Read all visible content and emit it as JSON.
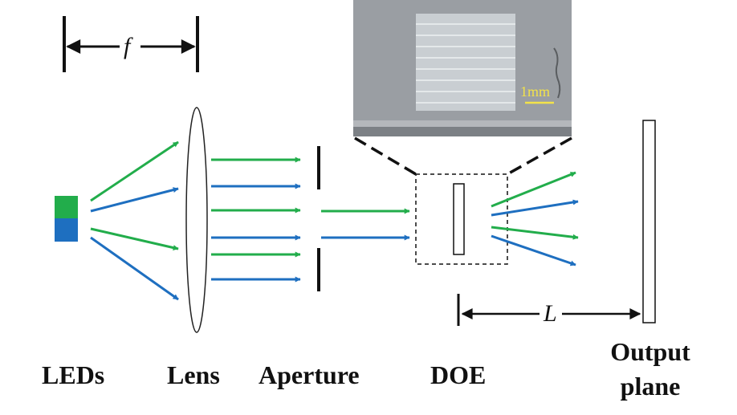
{
  "labels": {
    "leds": "LEDs",
    "lens": "Lens",
    "aperture": "Aperture",
    "doe": "DOE",
    "output_line1": "Output",
    "output_line2": "plane",
    "focal_symbol": "f",
    "distance_symbol": "L",
    "scale_bar": "1mm"
  },
  "colors": {
    "green": "#22ad4b",
    "blue": "#1e6fc0",
    "black": "#111111"
  }
}
